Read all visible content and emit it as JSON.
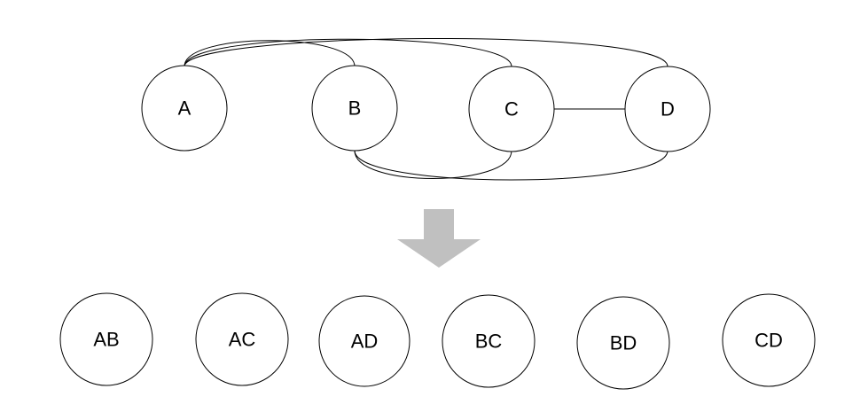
{
  "graph": {
    "nodes": [
      {
        "id": "A",
        "label": "A"
      },
      {
        "id": "B",
        "label": "B"
      },
      {
        "id": "C",
        "label": "C"
      },
      {
        "id": "D",
        "label": "D"
      }
    ],
    "edges": [
      {
        "from": "A",
        "to": "B",
        "style": "arc-over"
      },
      {
        "from": "A",
        "to": "C",
        "style": "arc-over"
      },
      {
        "from": "A",
        "to": "D",
        "style": "arc-over"
      },
      {
        "from": "B",
        "to": "C",
        "style": "arc-under"
      },
      {
        "from": "B",
        "to": "D",
        "style": "arc-under"
      },
      {
        "from": "C",
        "to": "D",
        "style": "straight"
      }
    ]
  },
  "arrow": {
    "direction": "down",
    "color": "#c0c0c0"
  },
  "pairs": [
    {
      "label": "AB"
    },
    {
      "label": "AC"
    },
    {
      "label": "AD"
    },
    {
      "label": "BC"
    },
    {
      "label": "BD"
    },
    {
      "label": "CD"
    }
  ]
}
